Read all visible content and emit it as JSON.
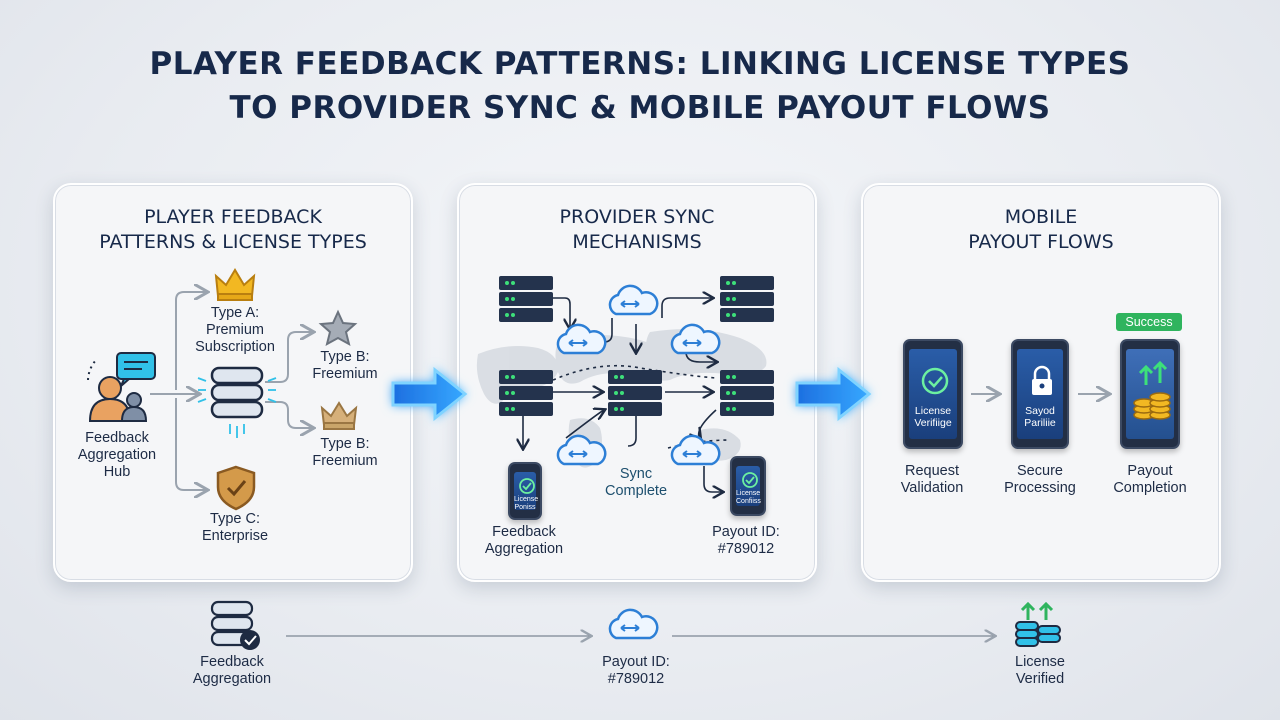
{
  "title": {
    "line1": "PLAYER FEEDBACK PATTERNS: LINKING LICENSE TYPES",
    "line2": "TO PROVIDER SYNC & MOBILE PAYOUT FLOWS"
  },
  "panels": [
    {
      "title_line1": "PLAYER FEEDBACK",
      "title_line2": "PATTERNS & LICENSE TYPES",
      "hub_label": [
        "Feedback",
        "Aggregation",
        "Hub"
      ],
      "license_types": [
        {
          "icon": "crown-icon",
          "lines": [
            "Type A:",
            "Premium",
            "Subscription"
          ],
          "color": "#f2b822"
        },
        {
          "icon": "star-icon",
          "lines": [
            "Type B:",
            "Freemium"
          ],
          "color": "#9aa1ab"
        },
        {
          "icon": "crown-icon",
          "lines": [
            "Type B:",
            "Freemium"
          ],
          "color": "#c9a56a"
        },
        {
          "icon": "shield-check-icon",
          "lines": [
            "Type C:",
            "Enterprise"
          ],
          "color": "#c58a3c"
        }
      ]
    },
    {
      "title_line1": "PROVIDER SYNC",
      "title_line2": "MECHANISMS",
      "sync_label": [
        "Sync",
        "Complete"
      ],
      "left_label": [
        "Feedback",
        "Aggregation"
      ],
      "right_label": [
        "Payout ID:",
        "#789012"
      ],
      "left_phone_text": [
        "License",
        "Poniss"
      ],
      "right_phone_text": [
        "License",
        "Confiiss"
      ]
    },
    {
      "title_line1": "MOBILE",
      "title_line2": "PAYOUT FLOWS",
      "badge": "Success",
      "steps": [
        {
          "screen_lines": [
            "License",
            "Verifiige"
          ],
          "label_lines": [
            "Request",
            "Validation"
          ]
        },
        {
          "screen_lines": [
            "Sayod",
            "Pariliie"
          ],
          "label_lines": [
            "Secure",
            "Processing"
          ]
        },
        {
          "screen_lines": [],
          "label_lines": [
            "Payout",
            "Completion"
          ]
        }
      ]
    }
  ],
  "bottom": [
    {
      "icon": "database-check-icon",
      "lines": [
        "Feedback",
        "Aggregation"
      ]
    },
    {
      "icon": "cloud-sync-icon",
      "lines": [
        "Payout ID:",
        "#789012"
      ]
    },
    {
      "icon": "coins-up-icon",
      "lines": [
        "License",
        "Verified"
      ]
    }
  ],
  "colors": {
    "navy": "#17294a",
    "accent_blue": "#2a8cff",
    "glow": "#62c6ff",
    "green": "#2fb45e",
    "gold": "#f2b822"
  }
}
